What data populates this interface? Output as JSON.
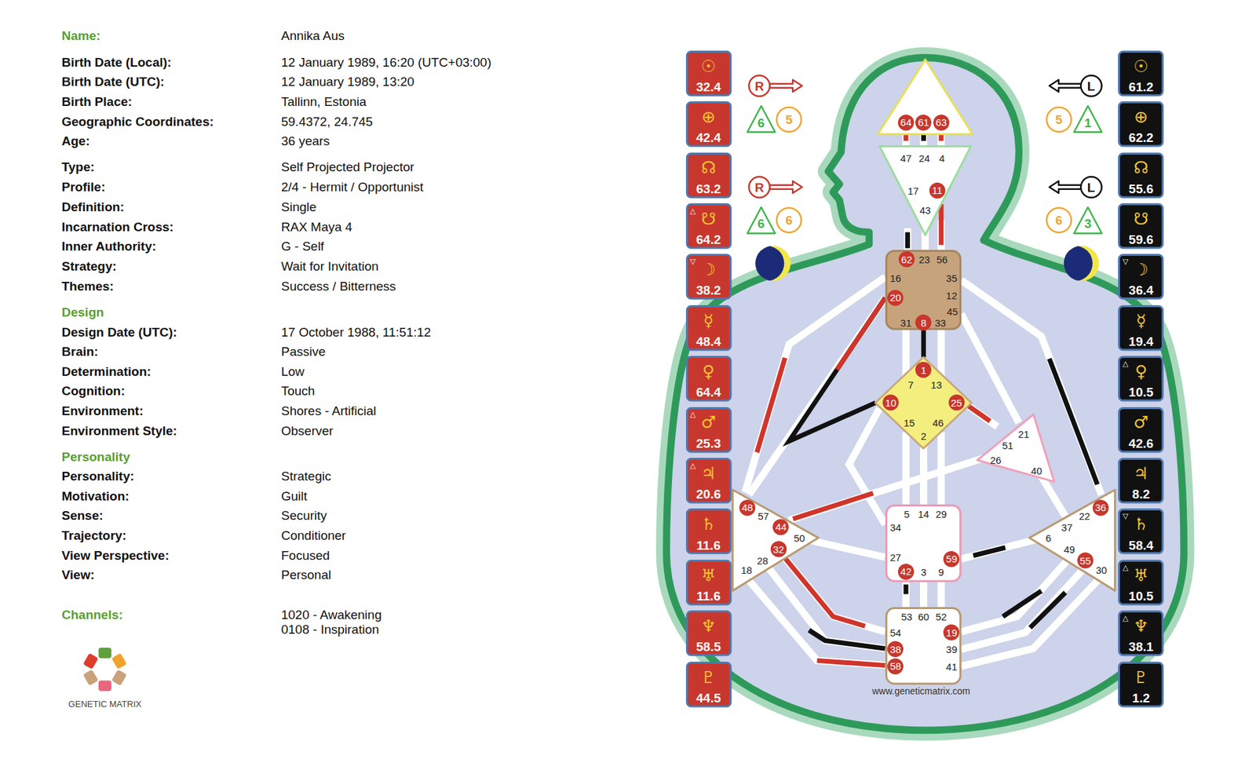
{
  "diagram": {
    "nodes": [
      {
        "text": [
          "☉",
          "32.4"
        ]
      },
      {
        "text": [
          "⊕",
          "42.4"
        ]
      },
      {
        "text": [
          "☊",
          "63.2"
        ]
      },
      {
        "text": [
          "△",
          "☋",
          "64.2"
        ]
      },
      {
        "text": [
          "▽",
          "☽",
          "38.2"
        ]
      },
      {
        "text": [
          "☿",
          "48.4"
        ]
      },
      {
        "text": [
          "♀",
          "64.4"
        ]
      },
      {
        "text": [
          "△",
          "♂",
          "25.3"
        ]
      },
      {
        "text": [
          "△",
          "♃",
          "20.6"
        ]
      },
      {
        "text": [
          "♄",
          "11.6"
        ]
      },
      {
        "text": [
          "♅",
          "11.6"
        ]
      },
      {
        "text": [
          "♆",
          "58.5"
        ]
      },
      {
        "text": [
          "♇",
          "44.5"
        ]
      },
      {
        "text": [
          "R"
        ]
      },
      {
        "text": [
          "6"
        ]
      },
      {
        "text": [
          "5"
        ]
      },
      {
        "text": [
          "R"
        ]
      },
      {
        "text": [
          "6"
        ]
      },
      {
        "text": [
          "6"
        ]
      },
      {
        "text": [
          "64",
          "61",
          "63"
        ]
      },
      {
        "text": [
          "47",
          "24",
          "4",
          "17",
          "11",
          "43"
        ]
      },
      {
        "text": [
          "62",
          "23",
          "56",
          "16",
          "35",
          "20",
          "12",
          "45",
          "31",
          "8",
          "33"
        ]
      },
      {
        "text": [
          "1",
          "7",
          "13",
          "10",
          "25",
          "15",
          "46",
          "2"
        ]
      },
      {
        "text": [
          "21",
          "51",
          "26",
          "40"
        ]
      },
      {
        "text": [
          "48",
          "57",
          "44",
          "50",
          "32",
          "28",
          "18"
        ]
      },
      {
        "text": [
          "5",
          "14",
          "29",
          "34",
          "27",
          "59",
          "42",
          "3",
          "9"
        ]
      },
      {
        "text": [
          "36",
          "22",
          "37",
          "6",
          "49",
          "55",
          "30"
        ]
      },
      {
        "text": [
          "53",
          "60",
          "52",
          "54",
          "19",
          "38",
          "39",
          "58",
          "41"
        ]
      },
      {
        "text": [
          "L"
        ]
      },
      {
        "text": [
          "5"
        ]
      },
      {
        "text": [
          "1"
        ]
      },
      {
        "text": [
          "L"
        ]
      },
      {
        "text": [
          "6"
        ]
      },
      {
        "text": [
          "3"
        ]
      },
      {
        "text": [
          "☉",
          "61.2"
        ]
      },
      {
        "text": [
          "⊕",
          "62.2"
        ]
      },
      {
        "text": [
          "☊",
          "55.6"
        ]
      },
      {
        "text": [
          "☋",
          "59.6"
        ]
      },
      {
        "text": [
          "▽",
          "☽",
          "36.4"
        ]
      },
      {
        "text": [
          "☿",
          "19.4"
        ]
      },
      {
        "text": [
          "△",
          "♀",
          "10.5"
        ]
      },
      {
        "text": [
          "♂",
          "42.6"
        ]
      },
      {
        "text": [
          "♃",
          "8.2"
        ]
      },
      {
        "text": [
          "▽",
          "♄",
          "58.4"
        ]
      },
      {
        "text": [
          "△",
          "♅",
          "10.5"
        ]
      },
      {
        "text": [
          "△",
          "♆",
          "38.1"
        ]
      },
      {
        "text": [
          "♇",
          "1.2"
        ]
      }
    ],
    "edges": [
      {
        "from": 22,
        "to": 21,
        "arrow": "none"
      },
      {
        "from": 22,
        "to": 21,
        "arrow": "none"
      }
    ],
    "labels": [
      "Name:",
      "Annika Aus",
      "Birth Date (Local):",
      "12 January 1989, 16:20 (UTC+03:00)",
      "Birth Date (UTC):",
      "12 January 1989, 13:20",
      "Birth Place:",
      "Tallinn, Estonia",
      "Geographic Coordinates:",
      "59.4372, 24.745",
      "Age:",
      "36 years",
      "Type:",
      "Self Projected Projector",
      "Profile:",
      "2/4 - Hermit / Opportunist",
      "Definition:",
      "Single",
      "Incarnation Cross:",
      "RAX Maya 4",
      "Inner Authority:",
      "G - Self",
      "Strategy:",
      "Wait for Invitation",
      "Themes:",
      "Success / Bitterness",
      "Design",
      "Design Date (UTC):",
      "17 October 1988, 11:51:12",
      "Brain:",
      "Passive",
      "Determination:",
      "Low",
      "Cognition:",
      "Touch",
      "Environment:",
      "Shores - Artificial",
      "Environment Style:",
      "Observer",
      "Personality",
      "Personality:",
      "Strategic",
      "Motivation:",
      "Guilt",
      "Sense:",
      "Security",
      "Trajectory:",
      "Conditioner",
      "View Perspective:",
      "Focused",
      "View:",
      "Personal",
      "Channels:",
      "1020 - Awakening",
      "0108 - Inspiration",
      "GENETIC MATRIX",
      "www.geneticmatrix.com"
    ]
  }
}
